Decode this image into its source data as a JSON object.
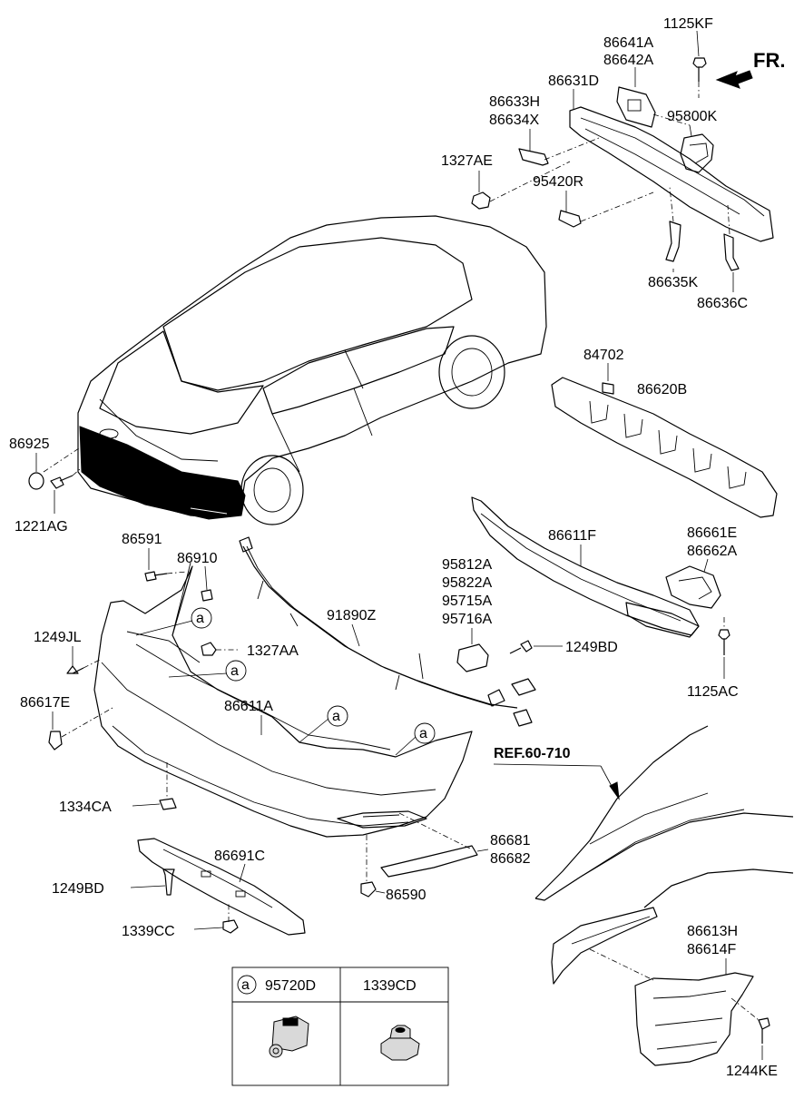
{
  "direction": "FR.",
  "reference": "REF.60-710",
  "callout_marker": "a",
  "labels": {
    "p1125KF": "1125KF",
    "p86641A": "86641A",
    "p86642A": "86642A",
    "p86631D": "86631D",
    "p86633H": "86633H",
    "p86634X": "86634X",
    "p95800K": "95800K",
    "p1327AE": "1327AE",
    "p95420R": "95420R",
    "p86635K": "86635K",
    "p86636C": "86636C",
    "p84702": "84702",
    "p86620B": "86620B",
    "p86925": "86925",
    "p1221AG": "1221AG",
    "p86591": "86591",
    "p86910": "86910",
    "p86611F": "86611F",
    "p86661E": "86661E",
    "p86662A": "86662A",
    "p95812A": "95812A",
    "p95822A": "95822A",
    "p95715A": "95715A",
    "p95716A": "95716A",
    "p91890Z": "91890Z",
    "p1249JL": "1249JL",
    "p1327AA": "1327AA",
    "p1249BD_a": "1249BD",
    "p1125AC": "1125AC",
    "p86617E": "86617E",
    "p86611A": "86611A",
    "p1334CA": "1334CA",
    "p86691C": "86691C",
    "p86681": "86681",
    "p86682": "86682",
    "p1249BD_b": "1249BD",
    "p86590": "86590",
    "p1339CC": "1339CC",
    "p86613H": "86613H",
    "p86614F": "86614F",
    "p1244KE": "1244KE"
  },
  "legend": {
    "col1_part": "95720D",
    "col2_part": "1339CD"
  }
}
